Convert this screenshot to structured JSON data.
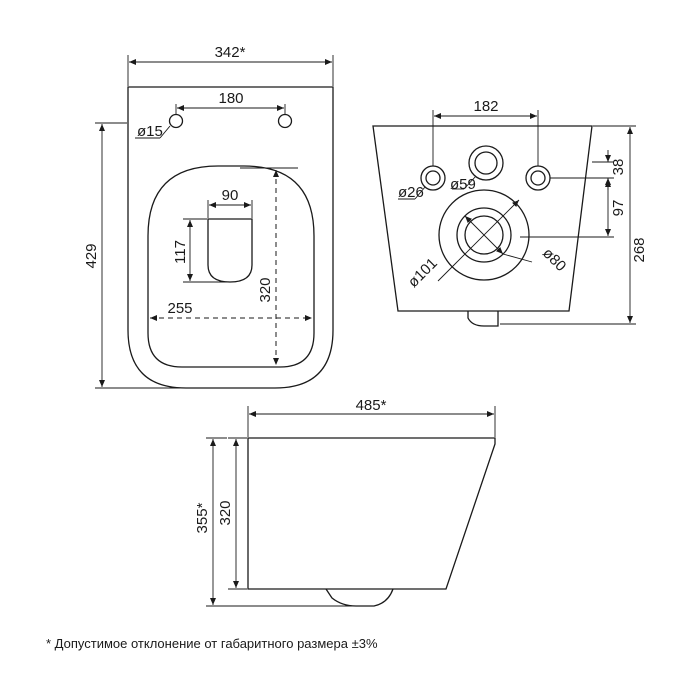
{
  "top_view": {
    "width_overall": "342*",
    "depth_overall": "429",
    "mount_hole_spacing": "180",
    "mount_hole_diameter": "ø15",
    "bowl_width": "255",
    "bowl_depth": "320",
    "outlet_width": "90",
    "outlet_depth": "117"
  },
  "rear_view": {
    "inlet_spacing": "182",
    "inlet_height": "38",
    "outlet_height": "97",
    "overall_height": "268",
    "inlet_diameter": "ø26",
    "water_inlet_diameter": "ø59",
    "outlet_outer_diameter": "ø101",
    "outlet_inner_diameter": "ø80"
  },
  "side_view": {
    "length_overall": "485*",
    "height_overall": "355*",
    "height_body": "320"
  },
  "footnote": "*  Допустимое отклонение от габаритного размера ±3%"
}
